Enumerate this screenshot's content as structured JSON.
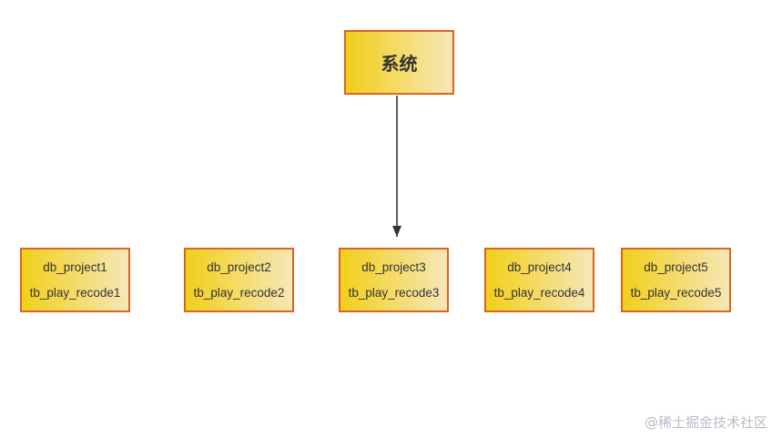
{
  "diagram": {
    "root": {
      "label": "系统"
    },
    "children": [
      {
        "db": "db_project1",
        "table": "tb_play_recode1"
      },
      {
        "db": "db_project2",
        "table": "tb_play_recode2"
      },
      {
        "db": "db_project3",
        "table": "tb_play_recode3"
      },
      {
        "db": "db_project4",
        "table": "tb_play_recode4"
      },
      {
        "db": "db_project5",
        "table": "tb_play_recode5"
      }
    ],
    "edge": {
      "from": "root",
      "to": "children.2"
    }
  },
  "colors": {
    "box_border": "#d9661f",
    "box_fill_start": "#f2cf1a",
    "box_fill_end": "#f6e7b8",
    "text": "#333333",
    "arrow": "#333333",
    "watermark": "#b7bcc5"
  },
  "watermark": "@稀土掘金技术社区"
}
